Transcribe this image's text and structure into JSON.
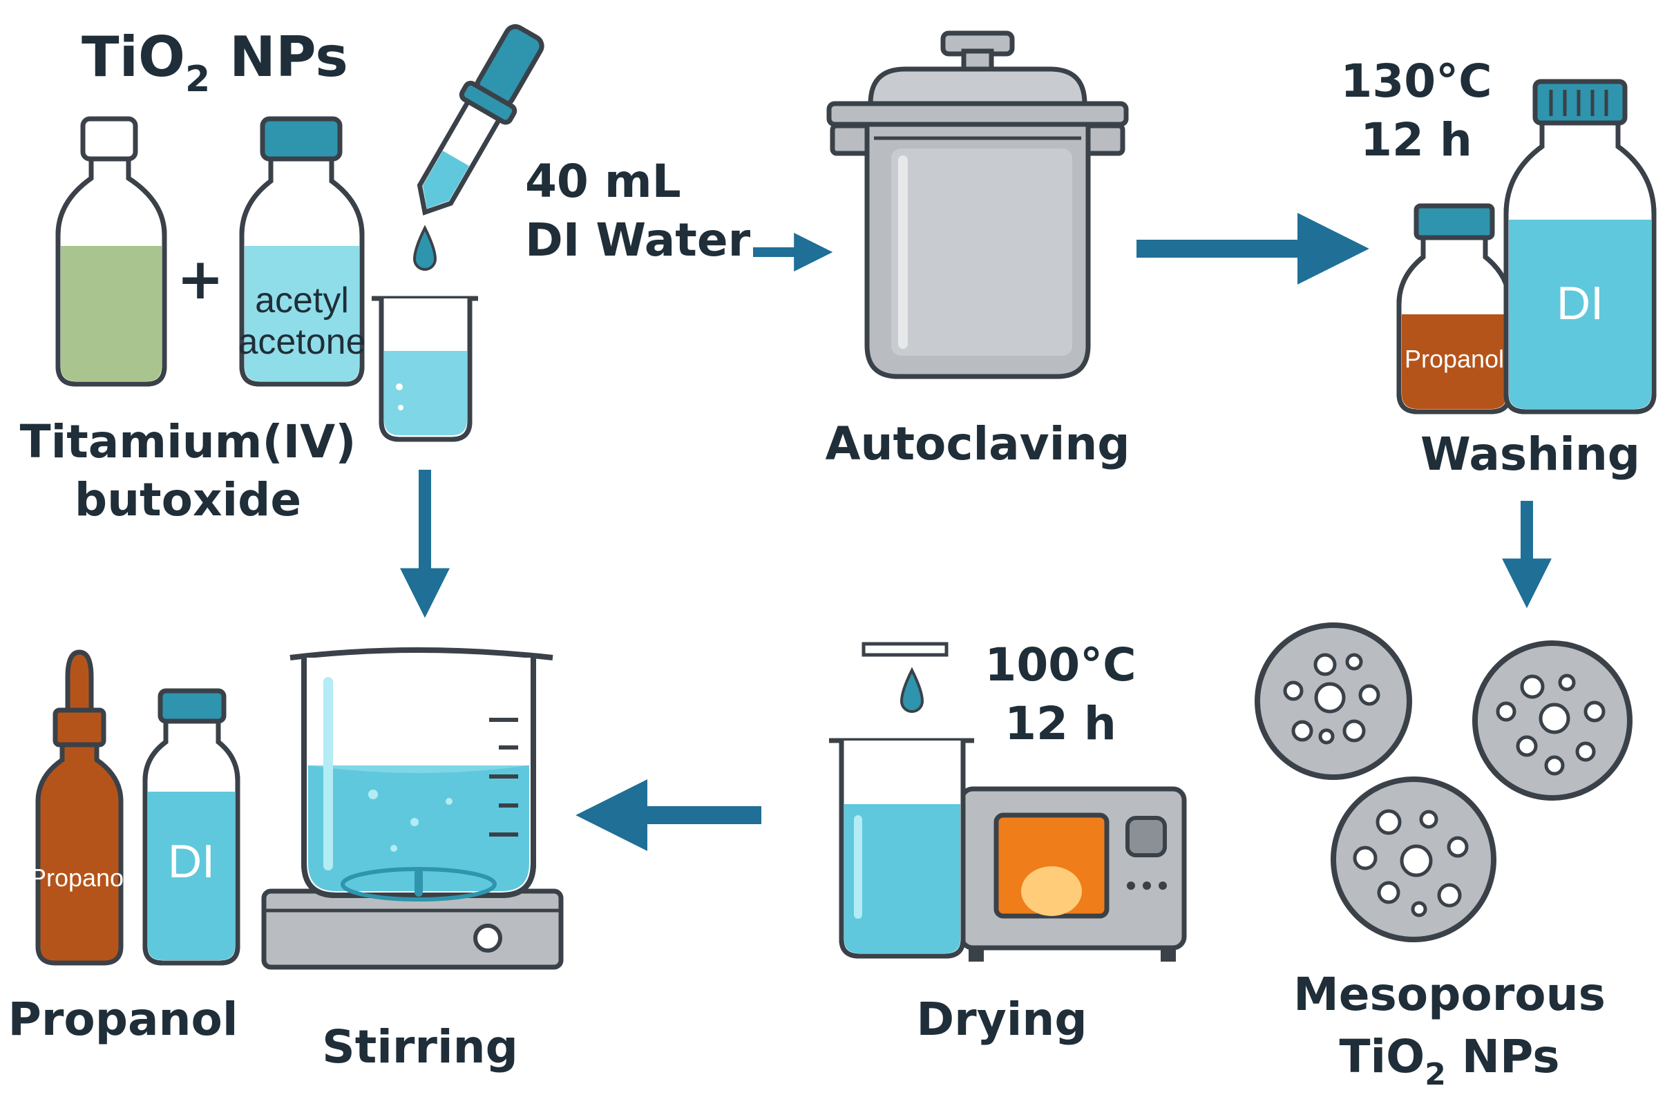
{
  "title": {
    "main": "TiO",
    "sub": "2",
    "tail": " NPs"
  },
  "reagents": {
    "plus": "+",
    "bottle_label_line1": "acetyl",
    "bottle_label_line2": "acetone",
    "precursor_line1": "Titamium(IV)",
    "precursor_line2": "butoxide"
  },
  "water_note": {
    "line1": "40 mL",
    "line2": "DI Water"
  },
  "steps": {
    "autoclaving": "Autoclaving",
    "washing": "Washing",
    "mesoporous_line1": "Mesoporous",
    "mesoporous_line2_main": "TiO",
    "mesoporous_line2_sub": "2",
    "mesoporous_line2_tail": " NPs",
    "drying": "Drying",
    "stirring": "Stirring",
    "propanol": "Propanol"
  },
  "conditions": {
    "autoclave_temp": "130°C",
    "autoclave_time": "12 h",
    "drying_temp": "100°C",
    "drying_time": "12 h"
  },
  "bottle_labels": {
    "propanol": "Propanol",
    "di": "DI"
  },
  "colors": {
    "arrow": "#1f6f96",
    "outline": "#3a4148",
    "liquid_blue": "#5fc8dc",
    "liquid_green": "#a9c48e",
    "brown": "#b5541a",
    "teal_cap": "#2f94ad",
    "steel": "#b9bdc1"
  }
}
